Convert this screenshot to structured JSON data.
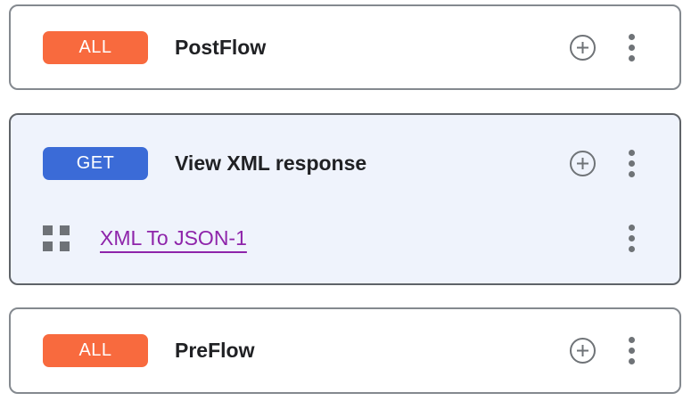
{
  "colors": {
    "badge_all_bg": "#F86A3E",
    "badge_get_bg": "#3B6BD7",
    "badge_text": "#FFFFFF",
    "card_bg": "#FFFFFF",
    "selected_card_bg": "#EFF3FC",
    "card_border": "#84898F",
    "selected_card_border": "#5F6368",
    "icon_gray": "#6F7377",
    "handle_gray": "#6E7277",
    "link_color": "#8E24AA",
    "title_color": "#202124"
  },
  "icons": {
    "add": "add-step-icon",
    "more": "more-options-icon",
    "drag": "drag-handle-icon"
  },
  "cards": [
    {
      "badge": "ALL",
      "title": "PostFlow",
      "selected": false
    },
    {
      "badge": "GET",
      "title": "View XML response",
      "selected": true,
      "policies": [
        {
          "label": "XML To JSON-1"
        }
      ]
    },
    {
      "badge": "ALL",
      "title": "PreFlow",
      "selected": false
    }
  ]
}
